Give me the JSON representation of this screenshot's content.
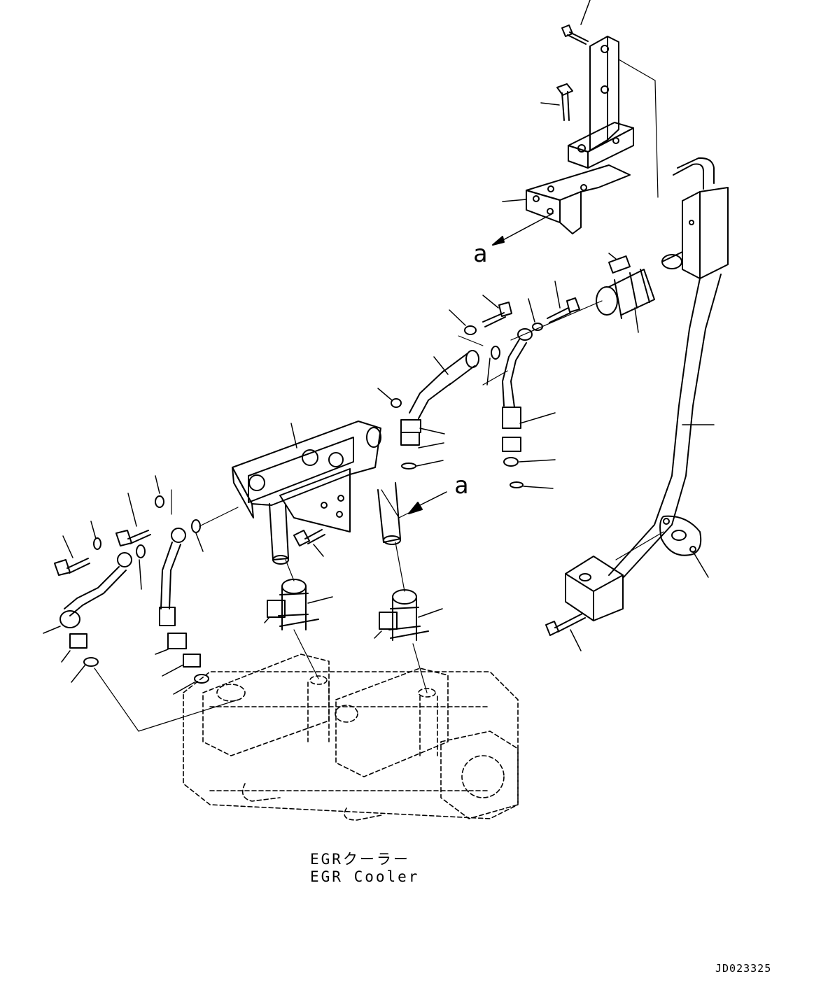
{
  "diagram": {
    "reference_marks": [
      "a",
      "a"
    ],
    "caption_jp": "EGRクーラー",
    "caption_en": "EGR Cooler",
    "drawing_number": "JD023325"
  }
}
